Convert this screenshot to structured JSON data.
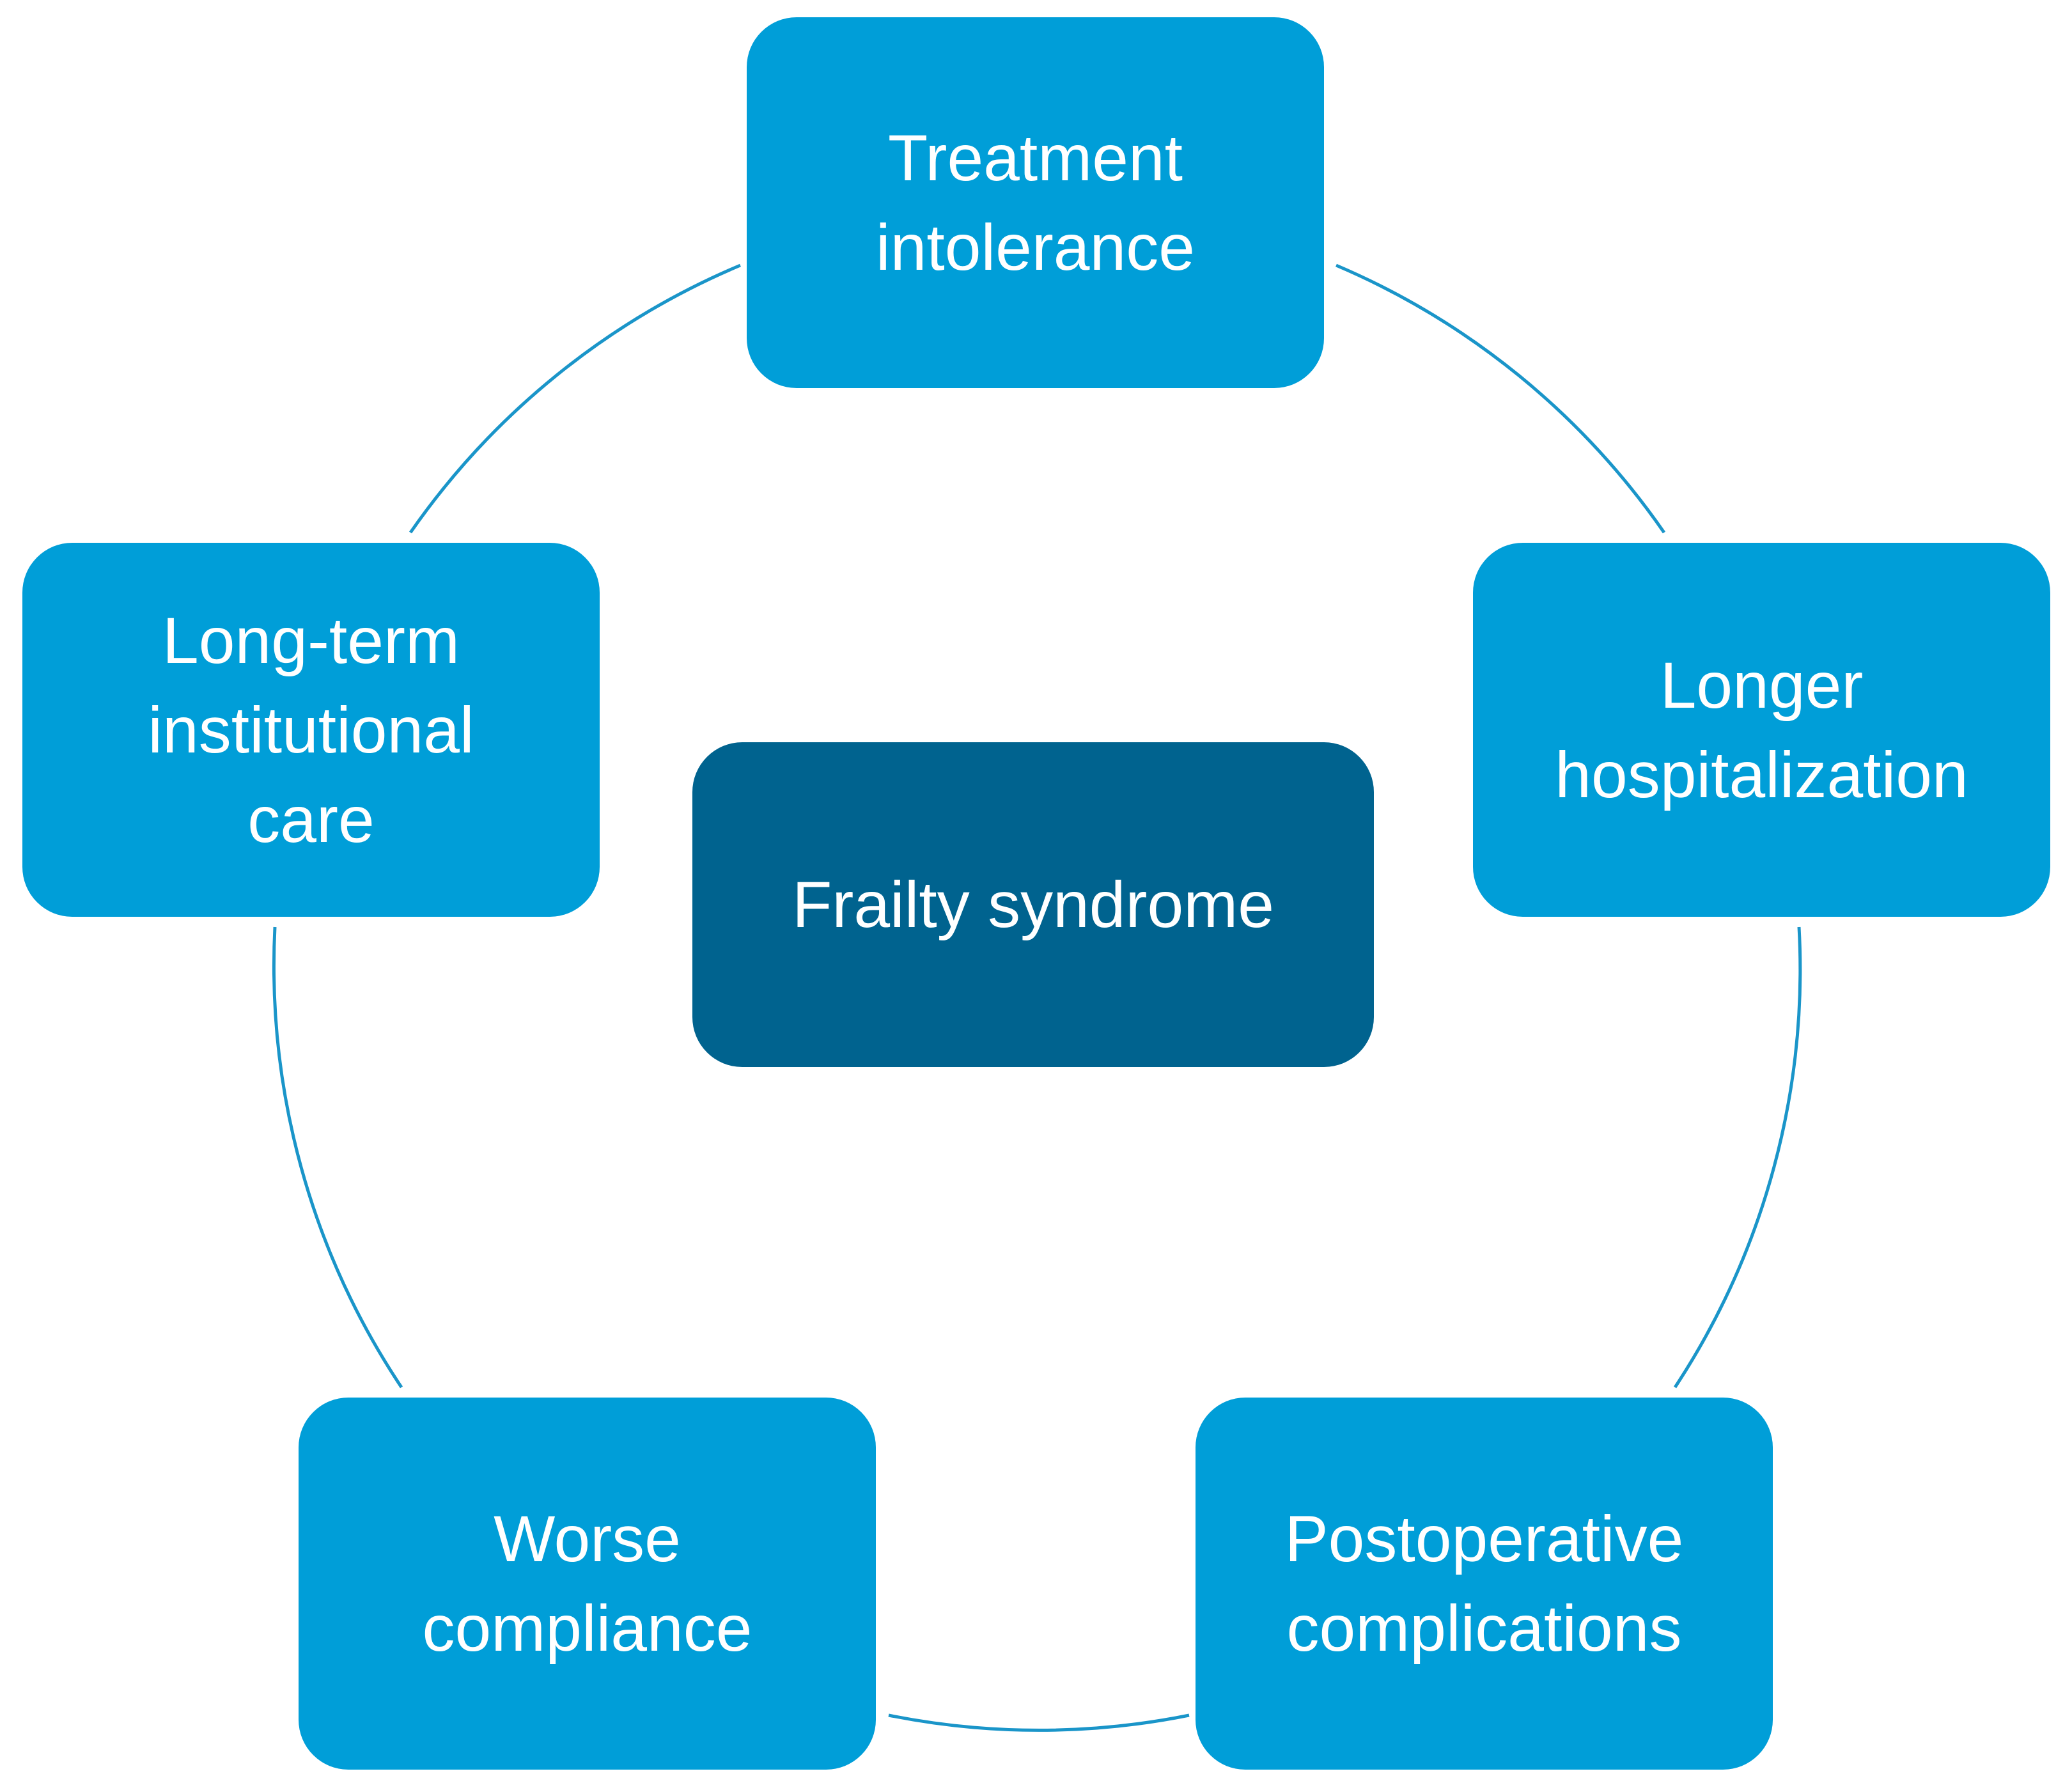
{
  "diagram": {
    "center": {
      "label": "Frailty syndrome",
      "color": "#00638f"
    },
    "node_color": "#009ed8",
    "connector_color": "#1a95c9",
    "nodes": [
      {
        "id": "treatment-intolerance",
        "lines": [
          "Treatment",
          "intolerance"
        ]
      },
      {
        "id": "longer-hospitalization",
        "lines": [
          "Longer",
          "hospitalization"
        ]
      },
      {
        "id": "postoperative-complications",
        "lines": [
          "Postoperative",
          "complications"
        ]
      },
      {
        "id": "worse-compliance",
        "lines": [
          "Worse",
          "compliance"
        ]
      },
      {
        "id": "long-term-institutional-care",
        "lines": [
          "Long-term",
          "institutional",
          "care"
        ]
      }
    ]
  }
}
